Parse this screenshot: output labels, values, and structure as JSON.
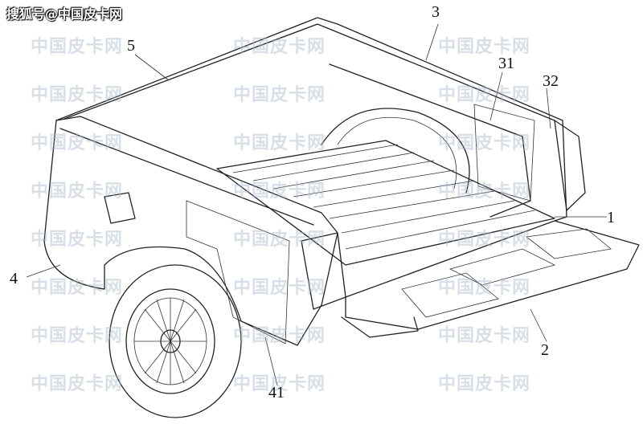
{
  "watermark": {
    "corner_text": "搜狐号@中国皮卡网",
    "tile_text": "中国皮卡网"
  },
  "labels": {
    "l1": "1",
    "l2": "2",
    "l3": "3",
    "l31": "31",
    "l32": "32",
    "l4": "4",
    "l41": "41",
    "l5": "5"
  },
  "colors": {
    "line": "#222222",
    "watermark": "#aab9c8"
  }
}
